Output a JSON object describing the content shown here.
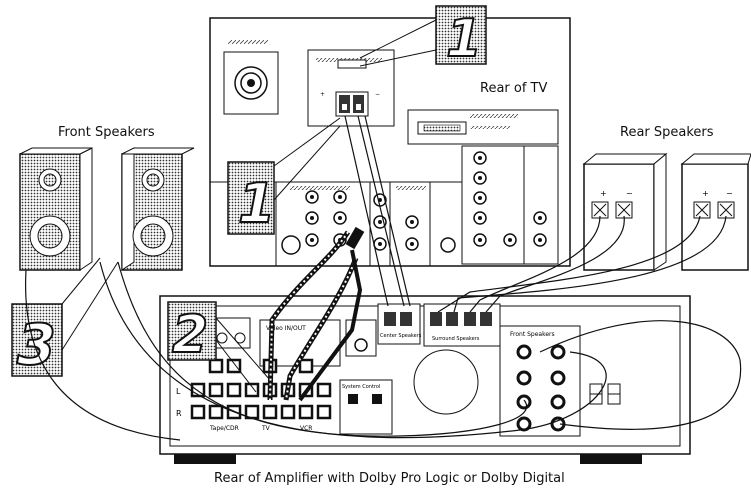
{
  "labels": {
    "rear_tv": "Rear of TV",
    "front_speakers": "Front Speakers",
    "rear_speakers": "Rear Speakers",
    "amplifier": "Rear of Amplifier with Dolby Pro Logic or Dolby Digital"
  },
  "steps": {
    "step1_top": "1",
    "step1_left": "1",
    "step2": "2",
    "step3": "3"
  },
  "amp_labels": {
    "video_in_out": "Video IN/OUT",
    "center_speakers": "Center Speakers",
    "surround_speakers": "Surround Speakers",
    "front_speakers": "Front Speakers",
    "system_control": "System Control",
    "tv": "TV",
    "in": "IN",
    "out": "OUT",
    "vcr": "VCR",
    "tape": "Tape/CDR"
  }
}
